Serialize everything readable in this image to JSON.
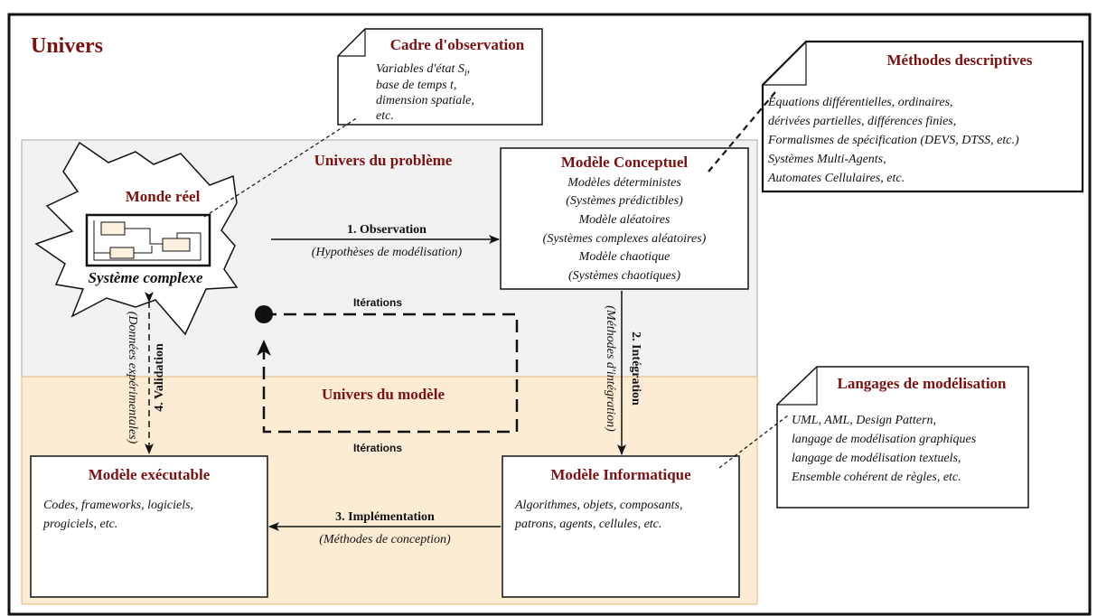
{
  "universe": {
    "title": "Univers"
  },
  "zones": {
    "problem": {
      "title": "Univers du problème"
    },
    "model": {
      "title": "Univers du modèle"
    }
  },
  "real_world": {
    "title": "Monde réel",
    "system": "Système complexe"
  },
  "conceptual_model": {
    "title": "Modèle Conceptuel",
    "lines": [
      "Modèles déterministes",
      "(Systèmes prédictibles)",
      "Modèle aléatoires",
      "(Systèmes complexes aléatoires)",
      "Modèle chaotique",
      "(Systèmes chaotiques)"
    ]
  },
  "executable_model": {
    "title": "Modèle exécutable",
    "lines": [
      "Codes, frameworks, logiciels,",
      "progiciels, etc."
    ]
  },
  "computer_model": {
    "title": "Modèle Informatique",
    "lines": [
      "Algorithmes, objets, composants,",
      "patrons, agents, cellules, etc."
    ]
  },
  "notes": {
    "observation_frame": {
      "title": "Cadre d'observation",
      "lines": [
        "Variables d'état S",
        "base de temps t,",
        "dimension spatiale,",
        "etc."
      ],
      "subscript": "i",
      "suffix": ","
    },
    "descriptive_methods": {
      "title": "Méthodes descriptives",
      "lines": [
        "Equations différentielles, ordinaires,",
        "dérivées partielles, différences finies,",
        "Formalismes de spécification (DEVS, DTSS, etc.)",
        "Systèmes Multi-Agents,",
        "Automates Cellulaires, etc."
      ]
    },
    "modeling_languages": {
      "title": "Langages de modélisation",
      "lines": [
        "UML, AML, Design Pattern,",
        "langage de modélisation graphiques",
        "langage de modélisation textuels,",
        "Ensemble cohérent de règles, etc."
      ]
    }
  },
  "arrows": {
    "observation": {
      "label": "1. Observation",
      "sub": "(Hypothèses de modélisation)"
    },
    "integration": {
      "label": "2. Intégration",
      "sub": "(Méthodes d'intégration)"
    },
    "implementation": {
      "label": "3. Implémentation",
      "sub": "(Méthodes de conception)"
    },
    "validation": {
      "label": "4. Validation",
      "sub": "(Données expérimentales)"
    }
  },
  "iterations": {
    "top": "Itérations",
    "bottom": "Itérations"
  },
  "colors": {
    "title_red": "#7b1111",
    "problem_fill": "#f2f2f2",
    "model_fill": "#fcecd4",
    "model_stroke": "#e0b878"
  }
}
